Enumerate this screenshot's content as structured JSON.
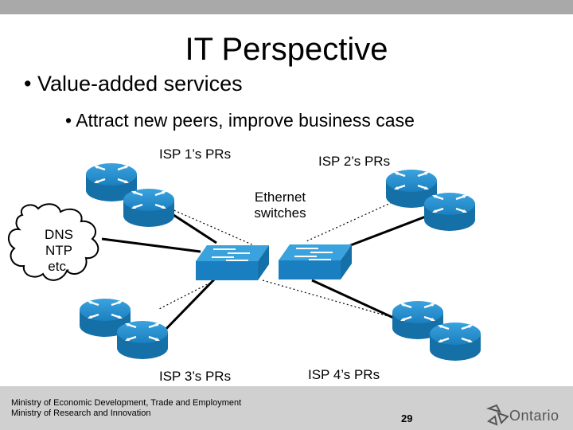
{
  "slide": {
    "title": "IT Perspective",
    "bullet_level1": "Value-added services",
    "bullet_level2": "Attract new peers, improve business case"
  },
  "diagram": {
    "isp1_label": "ISP 1’s PRs",
    "isp2_label": "ISP 2’s PRs",
    "isp3_label": "ISP 3’s PRs",
    "isp4_label": "ISP 4’s PRs",
    "switch_label_line1": "Ethernet",
    "switch_label_line2": "switches",
    "cloud_line1": "DNS",
    "cloud_line2": "NTP",
    "cloud_line3": "etc."
  },
  "footer": {
    "line1": "Ministry of Economic Development, Trade and Employment",
    "line2": "Ministry of Research and Innovation",
    "page_number": "29",
    "logo_text": "Ontario"
  },
  "colors": {
    "router_blue": "#1e88c8",
    "switch_blue": "#1a7fc1",
    "footer_gray": "#d0d0d0"
  },
  "icons": [
    "router-icon",
    "ethernet-switch-icon",
    "cloud-icon",
    "ontario-trillium-logo"
  ]
}
